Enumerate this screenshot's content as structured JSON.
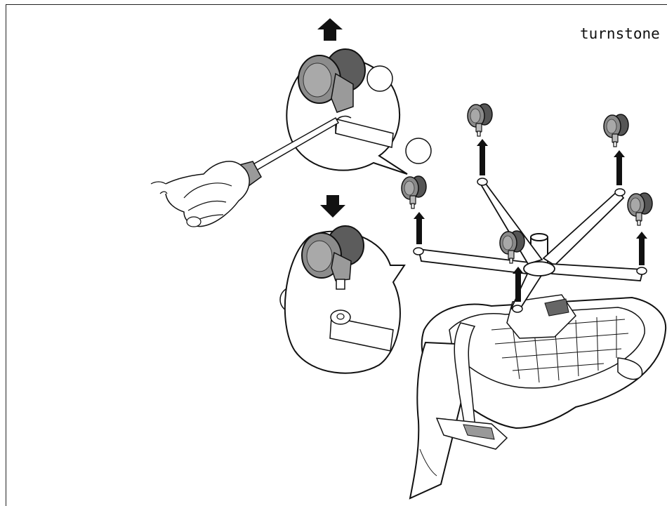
{
  "brand": {
    "logo_text": "turnstone"
  },
  "diagram": {
    "steps": [
      {
        "id": "1",
        "label": ""
      },
      {
        "id": "2",
        "label": ""
      },
      {
        "id": "3",
        "label": ""
      }
    ],
    "arrows": {
      "up": "up-arrow",
      "down": "down-arrow"
    },
    "colors": {
      "ink": "#111111",
      "tone_dark": "#6a6a6a",
      "tone_mid": "#9a9a9a",
      "tone_light": "#c4c4c4",
      "paper": "#ffffff"
    }
  }
}
